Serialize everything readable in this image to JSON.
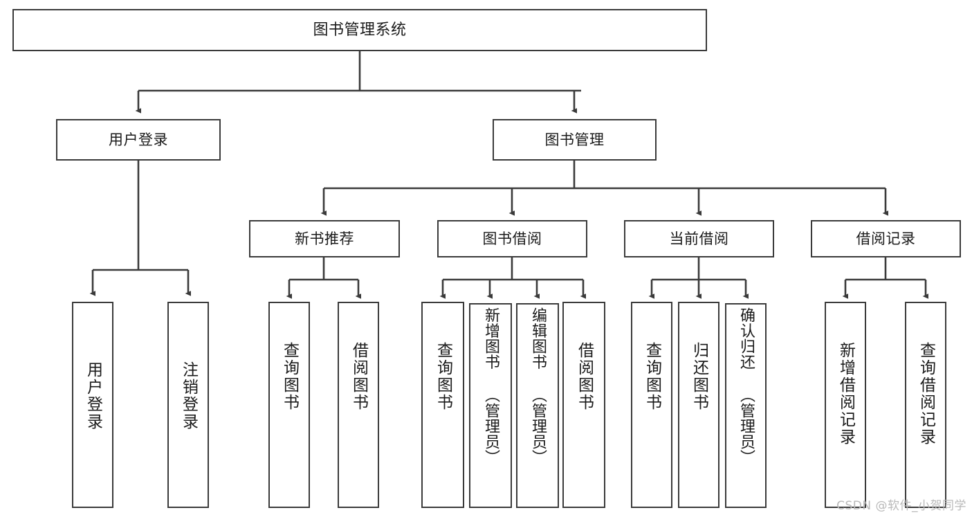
{
  "diagram": {
    "title": "图书管理系统",
    "type": "function-hierarchy-tree",
    "colors": {
      "box_border": "#3a3a3a",
      "box_fill": "#ffffff",
      "edge": "#3a3a3a",
      "text": "#1a1a1a",
      "background": "#ffffff",
      "watermark": "#b9b9b9"
    },
    "watermark": "CSDN @软件_小贺同学",
    "levels": {
      "level1": [
        "图书管理系统"
      ],
      "level2": [
        "用户登录",
        "图书管理"
      ],
      "level3": [
        "新书推荐",
        "图书借阅",
        "当前借阅",
        "借阅记录"
      ],
      "level4": [
        "用户登录",
        "注销登录",
        "查询图书",
        "借阅图书",
        "查询图书",
        "新增图书（管理员）",
        "编辑图书（管理员）",
        "借阅图书",
        "查询图书",
        "归还图书",
        "确认归还（管理员）",
        "新增借阅记录",
        "查询借阅记录"
      ]
    },
    "nodes": {
      "root": {
        "label": "图书管理系统"
      },
      "user_login": {
        "label": "用户登录"
      },
      "book_manage": {
        "label": "图书管理"
      },
      "new_book_rec": {
        "label": "新书推荐"
      },
      "book_borrow": {
        "label": "图书借阅"
      },
      "current_borrow": {
        "label": "当前借阅"
      },
      "borrow_record": {
        "label": "借阅记录"
      },
      "leaf_user_login": {
        "label": "用户登录"
      },
      "leaf_logout": {
        "label": "注销登录"
      },
      "leaf_query_book_1": {
        "label": "查询图书"
      },
      "leaf_borrow_book_1": {
        "label": "借阅图书"
      },
      "leaf_query_book_2": {
        "label": "查询图书"
      },
      "leaf_add_book": {
        "label": "新增图书\n（管理员）"
      },
      "leaf_edit_book": {
        "label": "编辑图书\n（管理员）"
      },
      "leaf_borrow_book_2": {
        "label": "借阅图书"
      },
      "leaf_query_book_3": {
        "label": "查询图书"
      },
      "leaf_return_book": {
        "label": "归还图书"
      },
      "leaf_confirm_return": {
        "label": "确认归还\n（管理员）"
      },
      "leaf_add_record": {
        "label": "新增借阅记录"
      },
      "leaf_query_record": {
        "label": "查询借阅记录"
      }
    },
    "edges": [
      {
        "from": "root",
        "to": "user_login"
      },
      {
        "from": "root",
        "to": "book_manage"
      },
      {
        "from": "user_login",
        "to": "leaf_user_login"
      },
      {
        "from": "user_login",
        "to": "leaf_logout"
      },
      {
        "from": "book_manage",
        "to": "new_book_rec"
      },
      {
        "from": "book_manage",
        "to": "book_borrow"
      },
      {
        "from": "book_manage",
        "to": "current_borrow"
      },
      {
        "from": "book_manage",
        "to": "borrow_record"
      },
      {
        "from": "new_book_rec",
        "to": "leaf_query_book_1"
      },
      {
        "from": "new_book_rec",
        "to": "leaf_borrow_book_1"
      },
      {
        "from": "book_borrow",
        "to": "leaf_query_book_2"
      },
      {
        "from": "book_borrow",
        "to": "leaf_add_book"
      },
      {
        "from": "book_borrow",
        "to": "leaf_edit_book"
      },
      {
        "from": "book_borrow",
        "to": "leaf_borrow_book_2"
      },
      {
        "from": "current_borrow",
        "to": "leaf_query_book_3"
      },
      {
        "from": "current_borrow",
        "to": "leaf_return_book"
      },
      {
        "from": "current_borrow",
        "to": "leaf_confirm_return"
      },
      {
        "from": "borrow_record",
        "to": "leaf_add_record"
      },
      {
        "from": "borrow_record",
        "to": "leaf_query_record"
      }
    ]
  }
}
